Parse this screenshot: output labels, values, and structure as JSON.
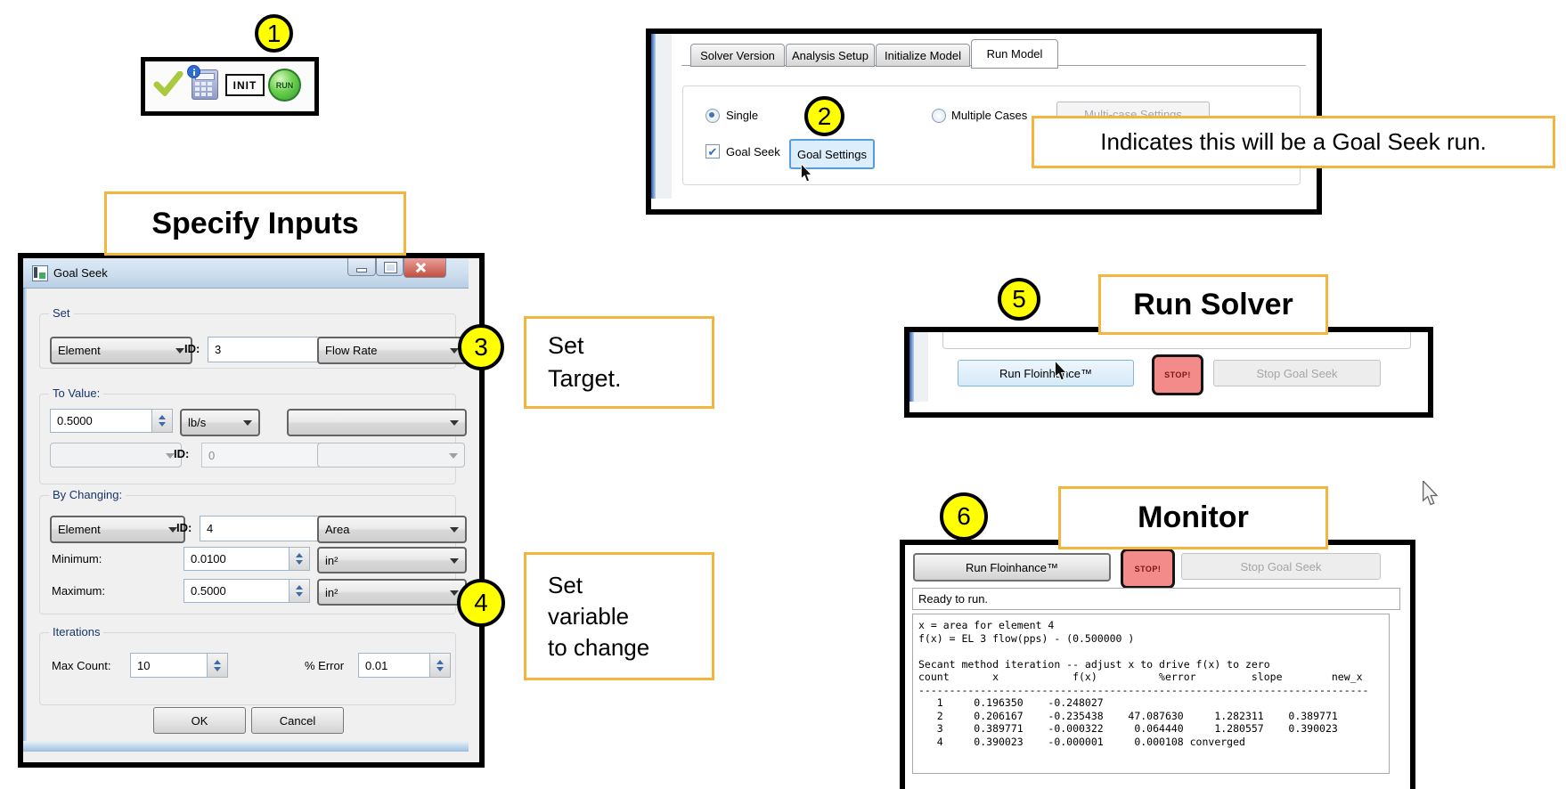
{
  "colors": {
    "badge_yellow": "#ffff00",
    "callout_orange": "#f2b63d",
    "stop_red": "#f38b8b",
    "run_green": "#3fae49",
    "focus_blue": "#569de0",
    "frame_black": "#000000"
  },
  "badges": {
    "b1": "1",
    "b2": "2",
    "b3": "3",
    "b4": "4",
    "b5": "5",
    "b6": "6"
  },
  "toolbar": {
    "init": "INIT",
    "run": "RUN"
  },
  "run_model": {
    "tabs": [
      "Solver Version",
      "Analysis Setup",
      "Initialize Model",
      "Run Model"
    ],
    "single": "Single",
    "multiple": "Multiple Cases",
    "multicase_btn": "Multi-case Settings",
    "goal_seek": "Goal Seek",
    "goal_settings": "Goal Settings",
    "callout": "Indicates this will be a Goal Seek run."
  },
  "specify_inputs_title": "Specify Inputs",
  "dialog": {
    "title": "Goal Seek",
    "set": {
      "group": "Set",
      "type": "Element",
      "id_label": "ID:",
      "id": "3",
      "param": "Flow Rate"
    },
    "to_value": {
      "group": "To Value:",
      "value": "0.5000",
      "units": "lb/s",
      "id_label": "ID:",
      "id": "0"
    },
    "by_changing": {
      "group": "By Changing:",
      "type": "Element",
      "id_label": "ID:",
      "id": "4",
      "param": "Area",
      "min_label": "Minimum:",
      "min": "0.0100",
      "min_units": "in²",
      "max_label": "Maximum:",
      "max": "0.5000",
      "max_units": "in²"
    },
    "iterations": {
      "group": "Iterations",
      "count_label": "Max Count:",
      "count": "10",
      "err_label": "% Error",
      "err": "0.01"
    },
    "ok": "OK",
    "cancel": "Cancel"
  },
  "callout_target": "Set\nTarget.",
  "callout_variable": "Set\nvariable\nto change",
  "run_solver": {
    "title": "Run Solver",
    "run": "Run Floinhance™",
    "stop": "STOP!",
    "stop_gs": "Stop Goal Seek"
  },
  "monitor": {
    "title": "Monitor",
    "run": "Run Floinhance™",
    "stop": "STOP!",
    "stop_gs": "Stop Goal Seek",
    "status": "Ready to run.",
    "console": "x = area for element 4\nf(x) = EL 3 flow(pps) - (0.500000 )\n\nSecant method iteration -- adjust x to drive f(x) to zero\ncount       x            f(x)          %error         slope        new_x\n-------------------------------------------------------------------------\n   1     0.196350    -0.248027\n   2     0.206167    -0.235438    47.087630     1.282311    0.389771\n   3     0.389771    -0.000322     0.064440     1.280557    0.390023\n   4     0.390023    -0.000001     0.000108 converged"
  }
}
